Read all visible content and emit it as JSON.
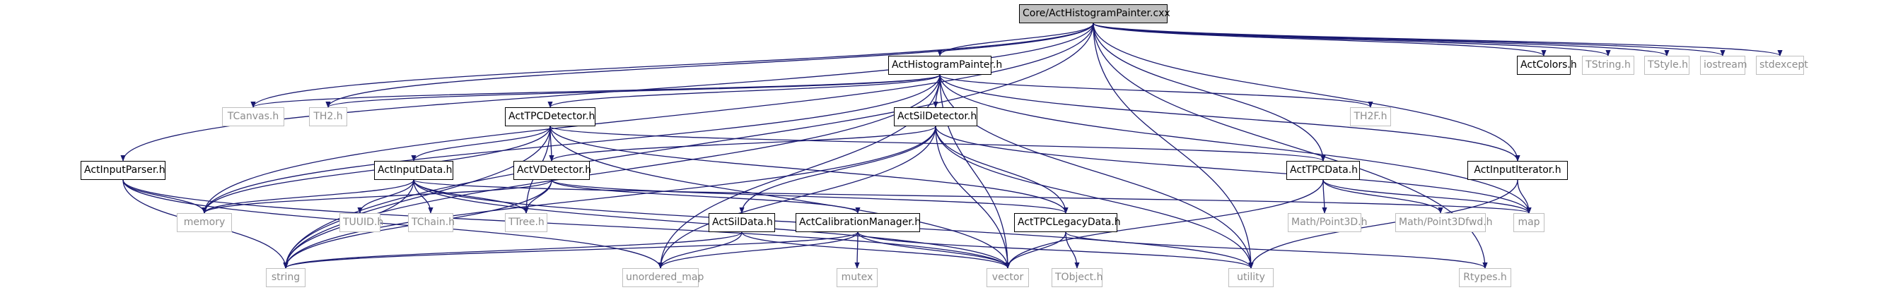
{
  "graph": {
    "colors": {
      "edge": "#191970",
      "root_fill": "#bfbfbf",
      "doc_border": "#000000",
      "sys_border": "#bfbfbf",
      "sys_text": "#8c8c8c"
    },
    "nodes": [
      {
        "id": "root",
        "label": "Core/ActHistogramPainter.cxx",
        "kind": "root"
      },
      {
        "id": "ahp_h",
        "label": "ActHistogramPainter.h",
        "kind": "doc"
      },
      {
        "id": "actcolors",
        "label": "ActColors.h",
        "kind": "doc"
      },
      {
        "id": "tstring",
        "label": "TString.h",
        "kind": "sys"
      },
      {
        "id": "tstyle",
        "label": "TStyle.h",
        "kind": "sys"
      },
      {
        "id": "iostream",
        "label": "iostream",
        "kind": "sys"
      },
      {
        "id": "stdexcept",
        "label": "stdexcept",
        "kind": "sys"
      },
      {
        "id": "tcanvas",
        "label": "TCanvas.h",
        "kind": "sys"
      },
      {
        "id": "th2",
        "label": "TH2.h",
        "kind": "sys"
      },
      {
        "id": "tpcdet_h",
        "label": "ActTPCDetector.h",
        "kind": "doc"
      },
      {
        "id": "sildet_h",
        "label": "ActSilDetector.h",
        "kind": "doc"
      },
      {
        "id": "th2f",
        "label": "TH2F.h",
        "kind": "sys"
      },
      {
        "id": "inputparser",
        "label": "ActInputParser.h",
        "kind": "doc"
      },
      {
        "id": "inputdata",
        "label": "ActInputData.h",
        "kind": "doc"
      },
      {
        "id": "vdetector",
        "label": "ActVDetector.h",
        "kind": "doc"
      },
      {
        "id": "tpcdata",
        "label": "ActTPCData.h",
        "kind": "doc"
      },
      {
        "id": "inputiter",
        "label": "ActInputIterator.h",
        "kind": "doc"
      },
      {
        "id": "memory",
        "label": "memory",
        "kind": "sys"
      },
      {
        "id": "tuuid",
        "label": "TUUID.h",
        "kind": "sys"
      },
      {
        "id": "tchain",
        "label": "TChain.h",
        "kind": "sys"
      },
      {
        "id": "ttree",
        "label": "TTree.h",
        "kind": "sys"
      },
      {
        "id": "mathpoint3d",
        "label": "Math/Point3D.h",
        "kind": "sys"
      },
      {
        "id": "mathpoint3dfwd",
        "label": "Math/Point3Dfwd.h",
        "kind": "sys"
      },
      {
        "id": "map",
        "label": "map",
        "kind": "sys"
      },
      {
        "id": "sildata",
        "label": "ActSilData.h",
        "kind": "doc"
      },
      {
        "id": "calibmgr",
        "label": "ActCalibrationManager.h",
        "kind": "doc"
      },
      {
        "id": "tpclegacy",
        "label": "ActTPCLegacyData.h",
        "kind": "doc"
      },
      {
        "id": "string",
        "label": "string",
        "kind": "sys"
      },
      {
        "id": "unordered_map",
        "label": "unordered_map",
        "kind": "sys"
      },
      {
        "id": "mutex",
        "label": "mutex",
        "kind": "sys"
      },
      {
        "id": "vector",
        "label": "vector",
        "kind": "sys"
      },
      {
        "id": "tobject",
        "label": "TObject.h",
        "kind": "sys"
      },
      {
        "id": "utility",
        "label": "utility",
        "kind": "sys"
      },
      {
        "id": "rtypes",
        "label": "Rtypes.h",
        "kind": "sys"
      }
    ],
    "edges": [
      [
        "root",
        "ahp_h"
      ],
      [
        "root",
        "actcolors"
      ],
      [
        "root",
        "tstring"
      ],
      [
        "root",
        "tstyle"
      ],
      [
        "root",
        "iostream"
      ],
      [
        "root",
        "stdexcept"
      ],
      [
        "root",
        "tcanvas"
      ],
      [
        "root",
        "th2"
      ],
      [
        "root",
        "inputparser"
      ],
      [
        "root",
        "memory"
      ],
      [
        "root",
        "string"
      ],
      [
        "root",
        "tpcdata"
      ],
      [
        "root",
        "inputiter"
      ],
      [
        "root",
        "rtypes"
      ],
      [
        "root",
        "utility"
      ],
      [
        "ahp_h",
        "tcanvas"
      ],
      [
        "ahp_h",
        "th2"
      ],
      [
        "ahp_h",
        "tpcdet_h"
      ],
      [
        "ahp_h",
        "sildet_h"
      ],
      [
        "ahp_h",
        "th2f"
      ],
      [
        "ahp_h",
        "inputiter"
      ],
      [
        "ahp_h",
        "map"
      ],
      [
        "ahp_h",
        "memory"
      ],
      [
        "ahp_h",
        "string"
      ],
      [
        "ahp_h",
        "vector"
      ],
      [
        "ahp_h",
        "unordered_map"
      ],
      [
        "ahp_h",
        "utility"
      ],
      [
        "tpcdet_h",
        "inputdata"
      ],
      [
        "tpcdet_h",
        "vdetector"
      ],
      [
        "tpcdet_h",
        "tpcdata"
      ],
      [
        "tpcdet_h",
        "tpclegacy"
      ],
      [
        "tpcdet_h",
        "memory"
      ],
      [
        "tpcdet_h",
        "ttree"
      ],
      [
        "tpcdet_h",
        "string"
      ],
      [
        "tpcdet_h",
        "vector"
      ],
      [
        "sildet_h",
        "vdetector"
      ],
      [
        "sildet_h",
        "sildata"
      ],
      [
        "sildet_h",
        "tpclegacy"
      ],
      [
        "sildet_h",
        "map"
      ],
      [
        "sildet_h",
        "string"
      ],
      [
        "sildet_h",
        "unordered_map"
      ],
      [
        "sildet_h",
        "vector"
      ],
      [
        "sildet_h",
        "utility"
      ],
      [
        "inputparser",
        "memory"
      ],
      [
        "inputparser",
        "string"
      ],
      [
        "inputparser",
        "unordered_map"
      ],
      [
        "inputparser",
        "vector"
      ],
      [
        "inputdata",
        "memory"
      ],
      [
        "inputdata",
        "tuuid"
      ],
      [
        "inputdata",
        "tchain"
      ],
      [
        "inputdata",
        "ttree"
      ],
      [
        "inputdata",
        "string"
      ],
      [
        "inputdata",
        "map"
      ],
      [
        "inputdata",
        "vector"
      ],
      [
        "inputdata",
        "utility"
      ],
      [
        "vdetector",
        "memory"
      ],
      [
        "vdetector",
        "ttree"
      ],
      [
        "vdetector",
        "calibmgr"
      ],
      [
        "vdetector",
        "tpclegacy"
      ],
      [
        "vdetector",
        "string"
      ],
      [
        "tpcdata",
        "mathpoint3d"
      ],
      [
        "tpcdata",
        "mathpoint3dfwd"
      ],
      [
        "tpcdata",
        "map"
      ],
      [
        "tpcdata",
        "vector"
      ],
      [
        "inputiter",
        "map"
      ],
      [
        "inputiter",
        "utility"
      ],
      [
        "sildata",
        "string"
      ],
      [
        "sildata",
        "unordered_map"
      ],
      [
        "sildata",
        "vector"
      ],
      [
        "calibmgr",
        "string"
      ],
      [
        "calibmgr",
        "unordered_map"
      ],
      [
        "calibmgr",
        "mutex"
      ],
      [
        "calibmgr",
        "vector"
      ],
      [
        "calibmgr",
        "utility"
      ],
      [
        "tpclegacy",
        "tobject"
      ],
      [
        "tpclegacy",
        "rtypes"
      ],
      [
        "tpclegacy",
        "vector"
      ]
    ]
  }
}
